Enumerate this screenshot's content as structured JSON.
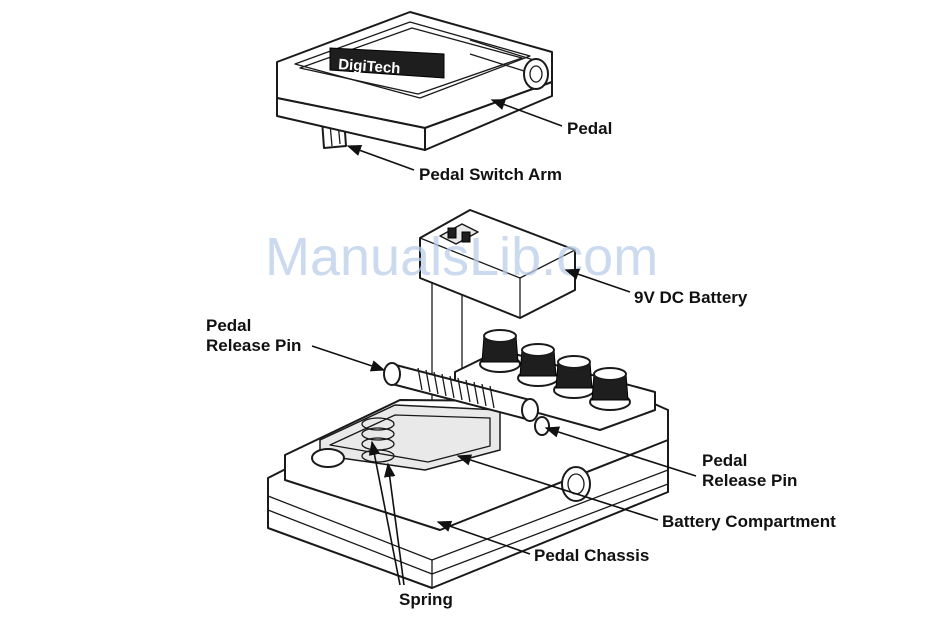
{
  "watermark": "ManualsLib.com",
  "logo_text": "DigiTech",
  "labels": {
    "pedal": "Pedal",
    "pedal_switch_arm": "Pedal Switch Arm",
    "battery": "9V DC Battery",
    "release_pin_left_1": "Pedal",
    "release_pin_left_2": "Release Pin",
    "release_pin_right_1": "Pedal",
    "release_pin_right_2": "Release Pin",
    "battery_compartment": "Battery Compartment",
    "pedal_chassis": "Pedal Chassis",
    "spring": "Spring"
  }
}
